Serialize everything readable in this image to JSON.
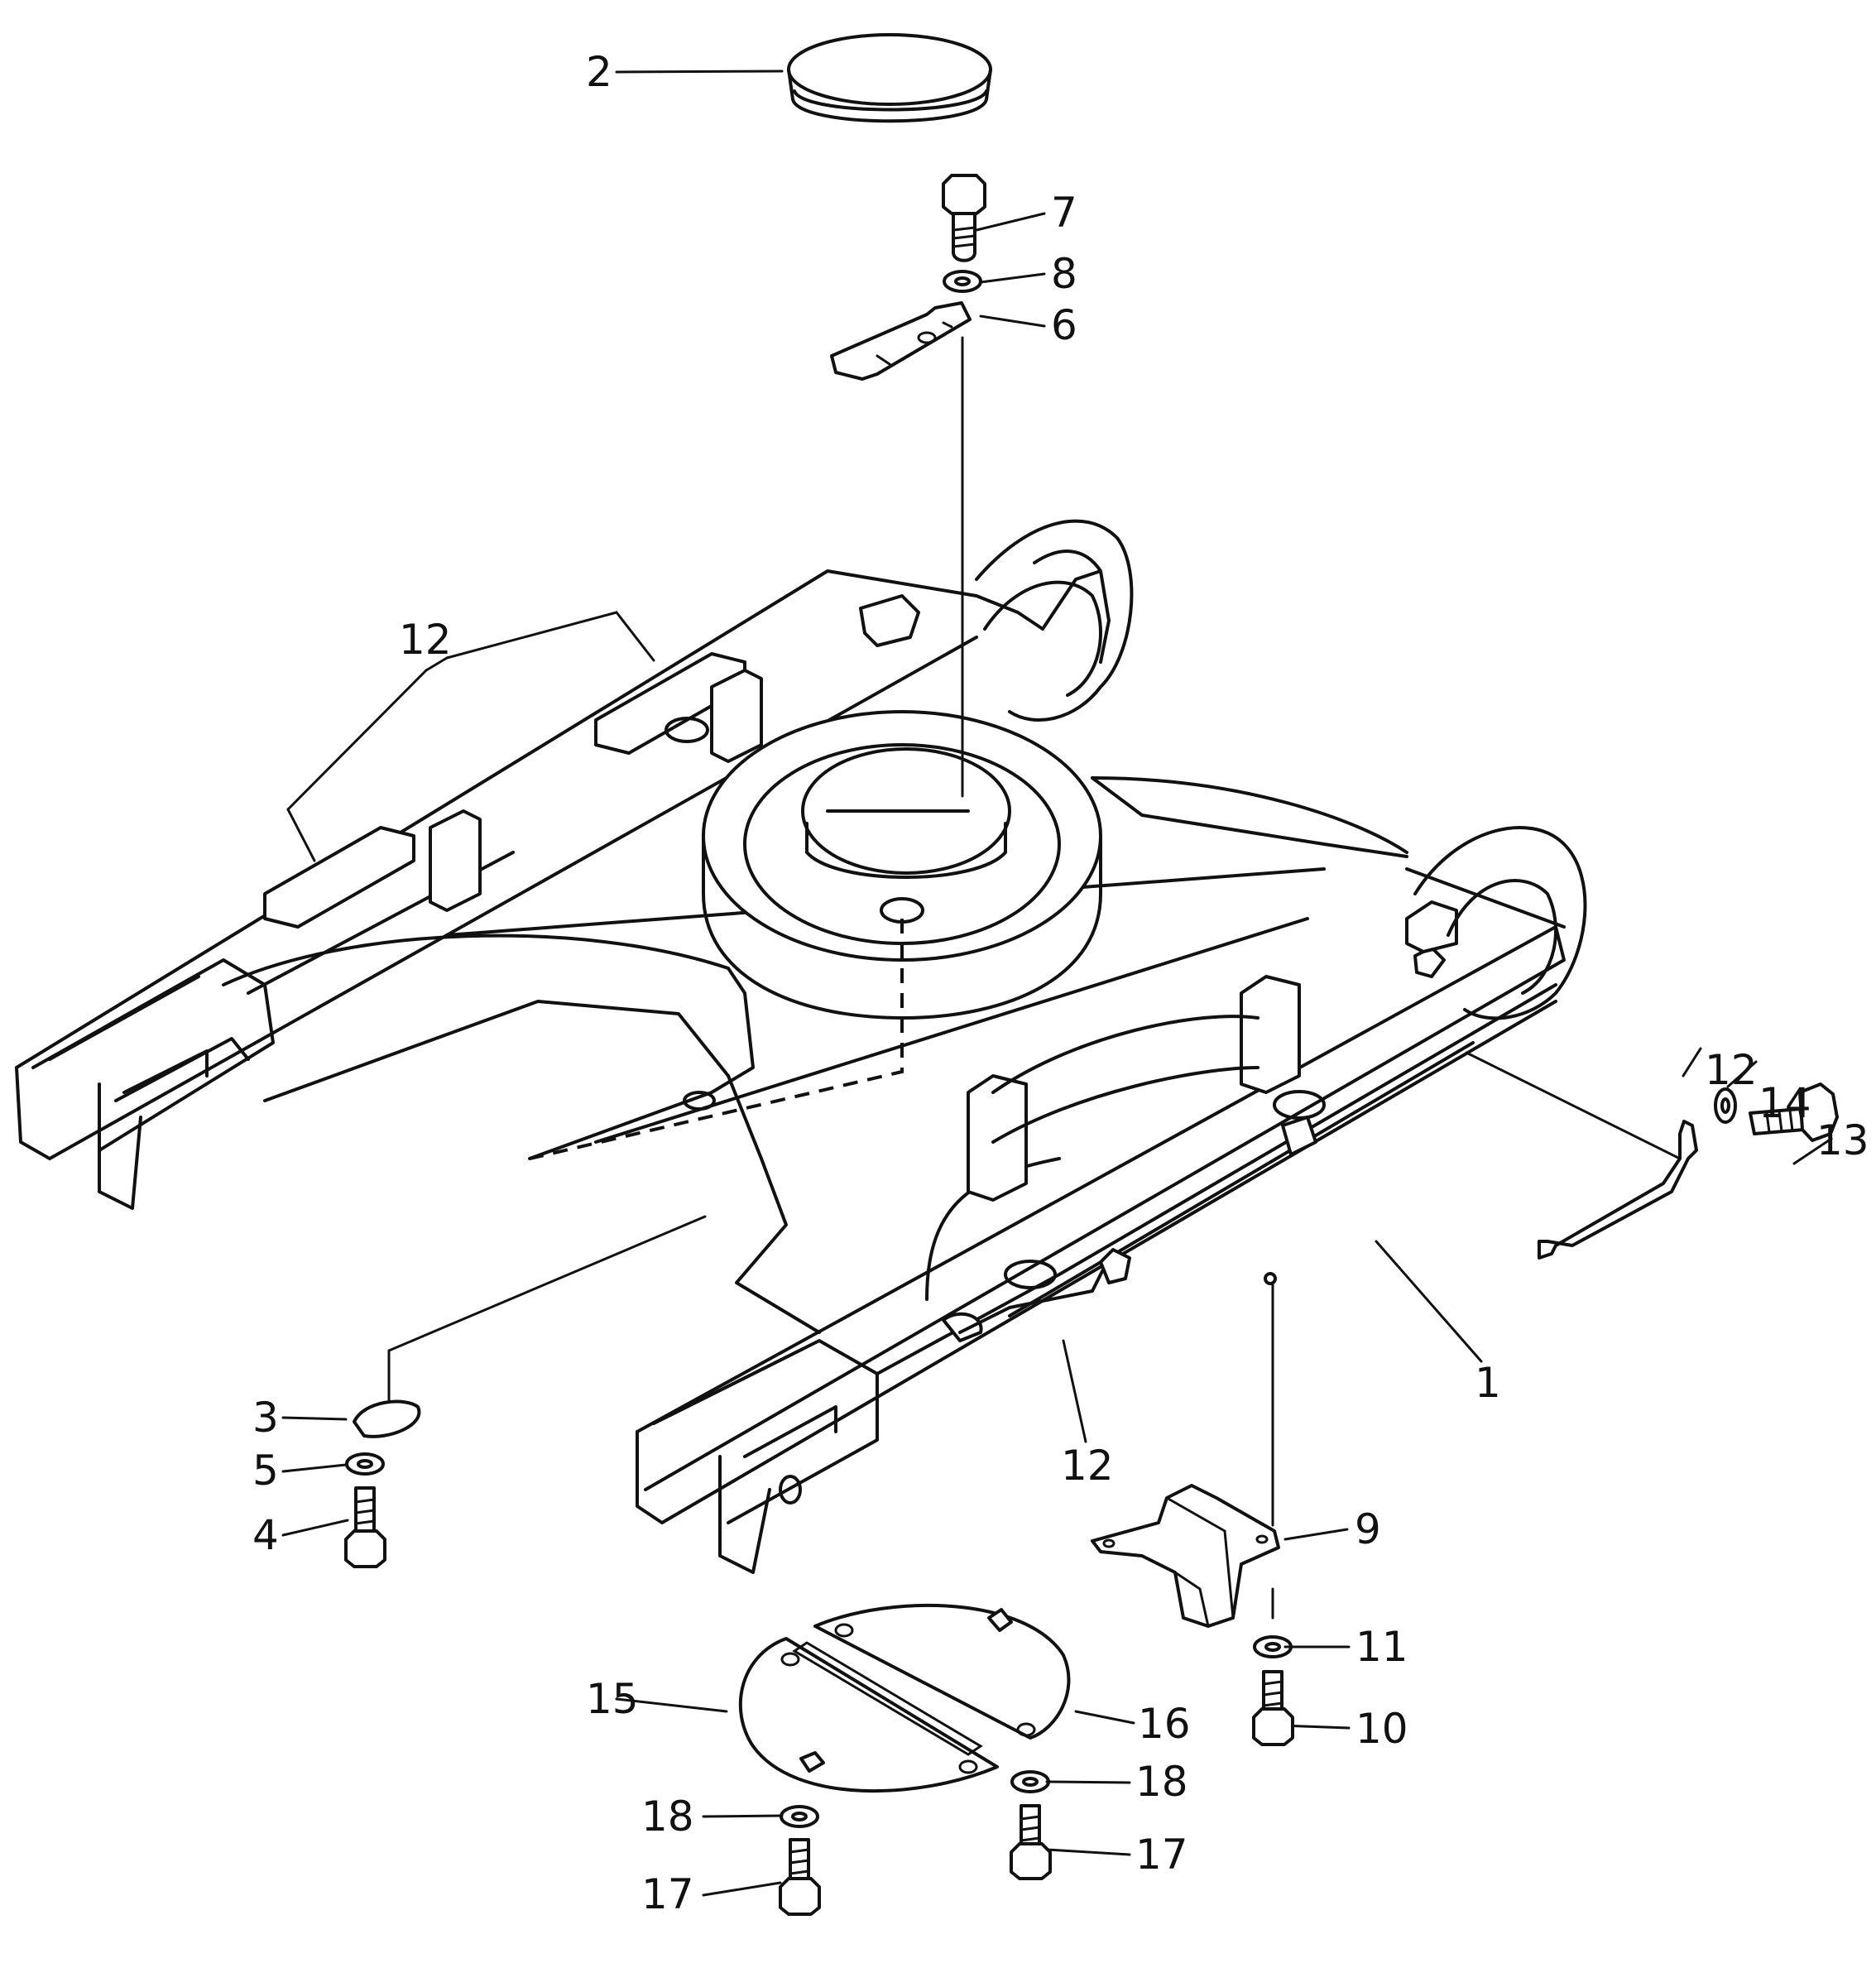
{
  "diagram": {
    "callouts": [
      {
        "id": "c1",
        "text": "1"
      },
      {
        "id": "c2",
        "text": "2"
      },
      {
        "id": "c3",
        "text": "3"
      },
      {
        "id": "c4",
        "text": "4"
      },
      {
        "id": "c5",
        "text": "5"
      },
      {
        "id": "c6",
        "text": "6"
      },
      {
        "id": "c7",
        "text": "7"
      },
      {
        "id": "c8",
        "text": "8"
      },
      {
        "id": "c9",
        "text": "9"
      },
      {
        "id": "c10",
        "text": "10"
      },
      {
        "id": "c11",
        "text": "11"
      },
      {
        "id": "c12a",
        "text": "12"
      },
      {
        "id": "c12b",
        "text": "12"
      },
      {
        "id": "c12c",
        "text": "12"
      },
      {
        "id": "c13",
        "text": "13"
      },
      {
        "id": "c14",
        "text": "14"
      },
      {
        "id": "c15",
        "text": "15"
      },
      {
        "id": "c16",
        "text": "16"
      },
      {
        "id": "c17a",
        "text": "17"
      },
      {
        "id": "c17b",
        "text": "17"
      },
      {
        "id": "c18a",
        "text": "18"
      },
      {
        "id": "c18b",
        "text": "18"
      }
    ]
  }
}
